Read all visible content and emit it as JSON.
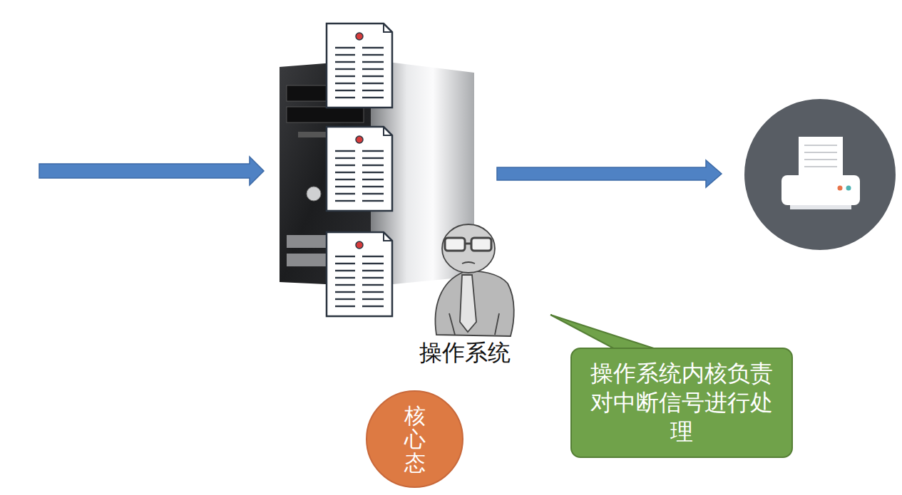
{
  "diagram": {
    "nodes": [
      {
        "text": [
          "操作系统内核负责对中断信号进行处理"
        ]
      },
      {
        "text": [
          "核心态"
        ]
      }
    ],
    "labels": [
      "操作系统"
    ]
  }
}
